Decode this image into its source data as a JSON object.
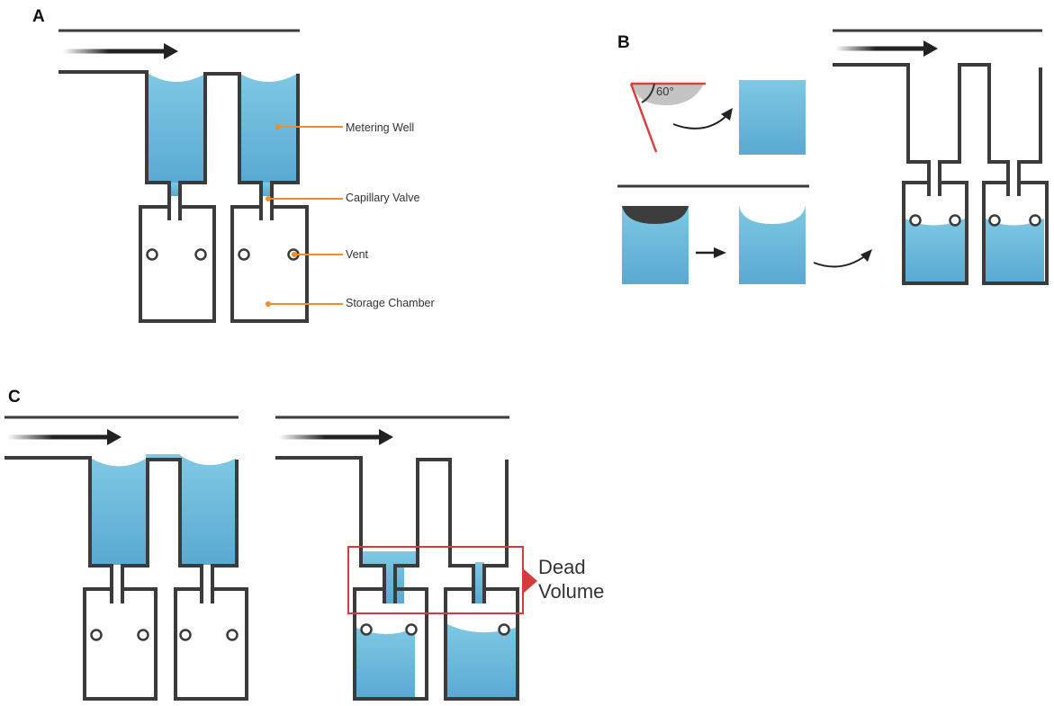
{
  "figure": {
    "panels": [
      {
        "id": "A",
        "letter": "A",
        "state": "metering wells filled, storage chambers empty",
        "wells_filled": [
          true,
          true
        ],
        "chambers_filled": [
          false,
          false
        ],
        "callouts": [
          {
            "label": "Metering Well"
          },
          {
            "label": "Capillary Valve"
          },
          {
            "label": "Vent"
          },
          {
            "label": "Storage Chamber"
          }
        ]
      },
      {
        "id": "B",
        "letter": "B",
        "contact_angle_label": "60°",
        "state": "liquid transferred to storage chambers",
        "wells_filled": [
          false,
          false
        ],
        "chambers_filled": [
          true,
          true
        ]
      },
      {
        "id": "C",
        "letter": "C",
        "annotation": {
          "line1": "Dead",
          "line2": "Volume"
        },
        "state_before": "metering wells filled with overflow",
        "state_after": "storage chambers filled with residual dead volume in valves"
      }
    ],
    "colors": {
      "wall": "#3b3b3b",
      "liquid_top": "#7ec8e3",
      "liquid_bottom": "#5aa9d3",
      "callout": "#f08c2a",
      "angle_line": "#d9413a",
      "dead_volume_box": "#d63a3a",
      "meniscus_gray": "#c4c4c4",
      "meniscus_dark": "#3d3d3d"
    }
  }
}
